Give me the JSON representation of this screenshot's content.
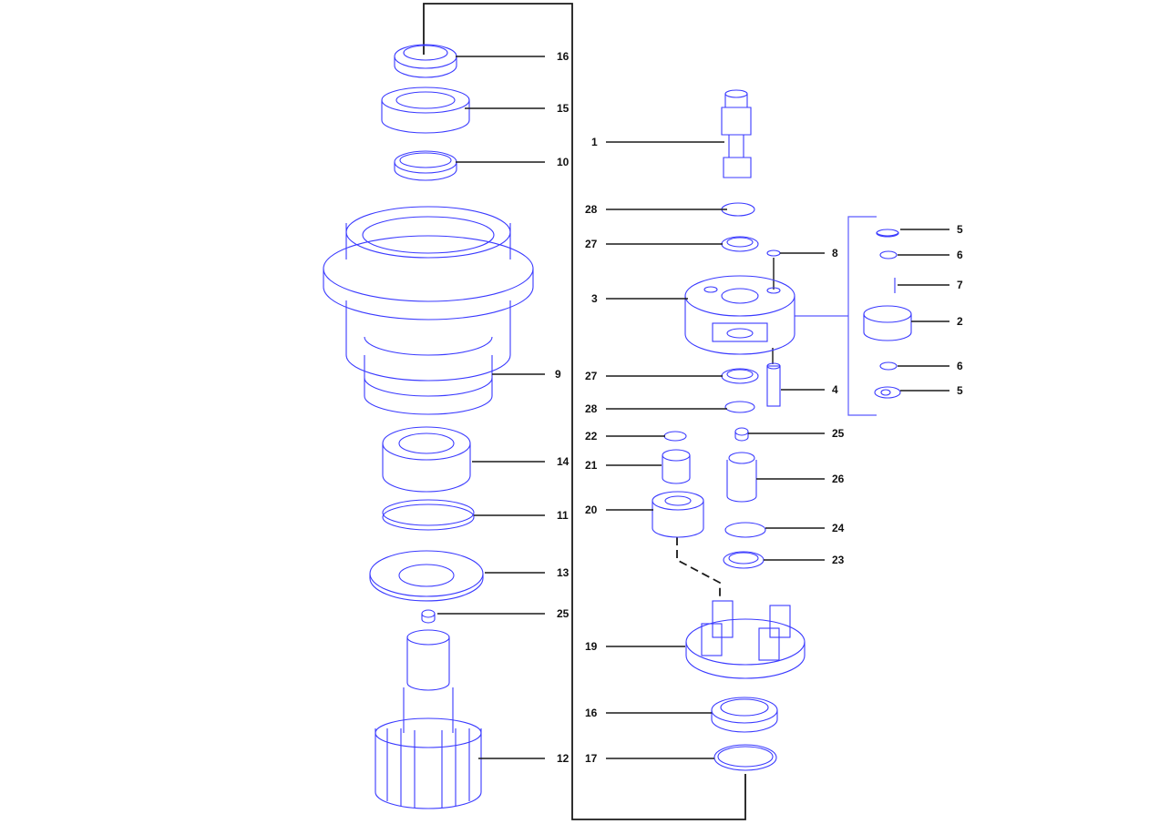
{
  "colors": {
    "part_line": "#3a3aff",
    "leader": "#1a1a1a"
  },
  "labels": {
    "l16a": "16",
    "l15": "15",
    "l10": "10",
    "l9": "9",
    "l14": "14",
    "l11": "11",
    "l13": "13",
    "l25a": "25",
    "l12": "12",
    "l1": "1",
    "l28a": "28",
    "l27a": "27",
    "l3": "3",
    "l27b": "27",
    "l28b": "28",
    "l22": "22",
    "l21": "21",
    "l20": "20",
    "l19": "19",
    "l16b": "16",
    "l17": "17",
    "l8": "8",
    "l4": "4",
    "l25b": "25",
    "l26": "26",
    "l24": "24",
    "l23": "23",
    "l5a": "5",
    "l6a": "6",
    "l7": "7",
    "l2": "2",
    "l6b": "6",
    "l5b": "5"
  }
}
